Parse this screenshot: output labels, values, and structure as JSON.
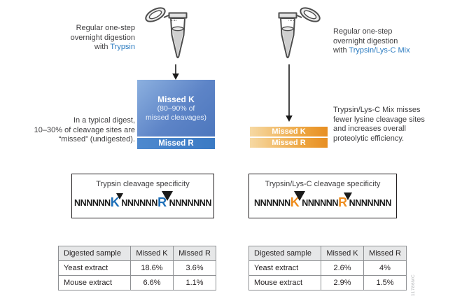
{
  "figure_code": "11786MC",
  "colors": {
    "enzyme_link_blue": "#2b7bc0",
    "missed_box_blue_light": "#8cb0df",
    "missed_box_blue_dark": "#4d77bd",
    "missed_strip_blue": "#3f80c8",
    "bar_orange_light": "#f6d9a3",
    "bar_orange_dark": "#e78e22",
    "residue_blue": "#1d6fb8",
    "residue_orange": "#ee8d1e",
    "body_text_gray": "#414042"
  },
  "left": {
    "intro": {
      "line1": "Regular one-step",
      "line2": "overnight digestion",
      "line3_prefix": "with",
      "enzyme": "Trypsin"
    },
    "missed_box": {
      "title": "Missed K",
      "subtitle1": "(80–90% of",
      "subtitle2": "missed cleavages)",
      "strip": "Missed R"
    },
    "note": {
      "line1": "In a typical digest,",
      "line2": "10–30% of cleavage sites are",
      "line3": "“missed” (undigested)."
    },
    "specificity": {
      "title": "Trypsin cleavage specificity",
      "seq1": "NNNNNN",
      "res1": "K",
      "seq2": "NNNNNN",
      "res2": "R",
      "seq3": "NNNNNNN"
    },
    "table": {
      "headers": [
        "Digested sample",
        "Missed K",
        "Missed R"
      ],
      "rows": [
        [
          "Yeast extract",
          "18.6%",
          "3.6%"
        ],
        [
          "Mouse extract",
          "6.6%",
          "1.1%"
        ]
      ]
    }
  },
  "right": {
    "intro": {
      "line1": "Regular one-step",
      "line2": "overnight digestion",
      "line3_prefix": "with",
      "enzyme": "Trypsin/Lys-C Mix"
    },
    "missed_bars": {
      "bar1": "Missed K",
      "bar2": "Missed R"
    },
    "note": {
      "line1": "Trypsin/Lys-C Mix misses",
      "line2": "fewer lysine cleavage sites",
      "line3": "and increases overall",
      "line4": "proteolytic efficiency."
    },
    "specificity": {
      "title": "Trypsin/Lys-C cleavage specificity",
      "seq1": "NNNNNN",
      "res1": "K",
      "seq2": "NNNNNN",
      "res2": "R",
      "seq3": "NNNNNNN"
    },
    "table": {
      "headers": [
        "Digested sample",
        "Missed K",
        "Missed R"
      ],
      "rows": [
        [
          "Yeast extract",
          "2.6%",
          "4%"
        ],
        [
          "Mouse extract",
          "2.9%",
          "1.5%"
        ]
      ]
    }
  }
}
